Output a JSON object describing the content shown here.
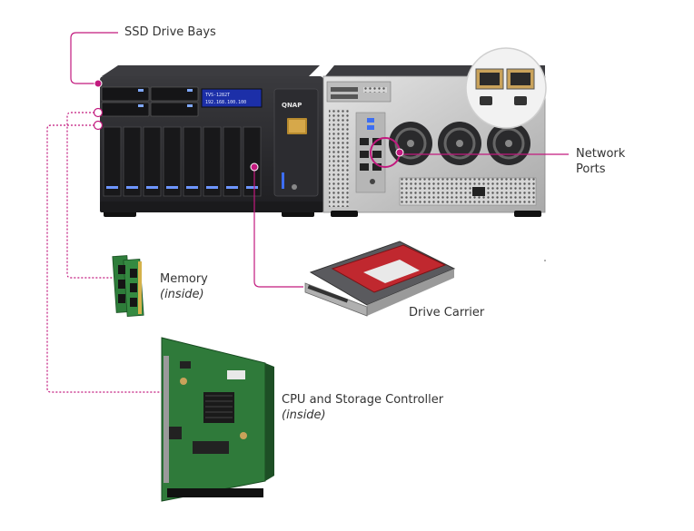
{
  "labels": {
    "ssd_bays": "SSD Drive Bays",
    "network_ports_line1": "Network",
    "network_ports_line2": "Ports",
    "memory": "Memory",
    "memory_note": "(inside)",
    "drive_carrier": "Drive Carrier",
    "cpu_controller": "CPU and Storage Controller",
    "cpu_note": "(inside)"
  },
  "device": {
    "brand": "QNAP",
    "lcd_line1": "TVS-1282T",
    "lcd_line2": "192.168.100.100"
  },
  "colors": {
    "callout": "#c2197e",
    "chassis": "#2b2b2e",
    "metal": "#c9c9c9",
    "pcb": "#2f7a3a",
    "drive_red": "#c0282f",
    "lcd": "#1c2fa8"
  }
}
